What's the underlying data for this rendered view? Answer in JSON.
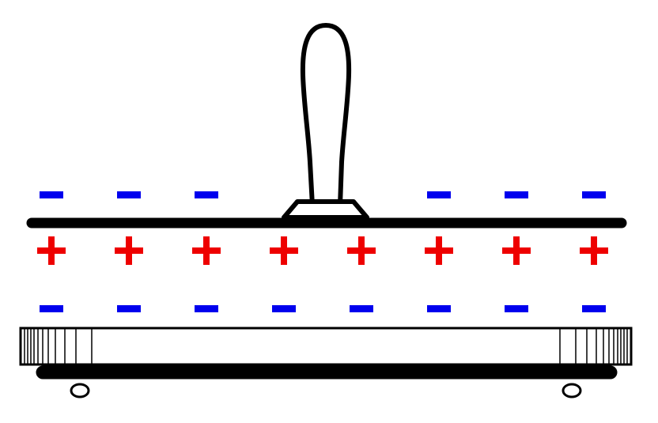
{
  "diagram": {
    "colors": {
      "negative": "#0000ee",
      "positive": "#ee0000",
      "outline": "#000000",
      "fill": "#ffffff"
    },
    "charges": {
      "upper_negative_row": [
        "negative",
        "negative",
        "negative",
        "negative",
        "negative",
        "negative"
      ],
      "positive_row": [
        "positive",
        "positive",
        "positive",
        "positive",
        "positive",
        "positive",
        "positive",
        "positive"
      ],
      "lower_negative_row": [
        "negative",
        "negative",
        "negative",
        "negative",
        "negative",
        "negative",
        "negative",
        "negative"
      ]
    },
    "parts": {
      "handle": "insulating-handle",
      "metal_plate": "metal-plate",
      "insulator": "insulating-base",
      "base_plate": "base-plate"
    }
  }
}
